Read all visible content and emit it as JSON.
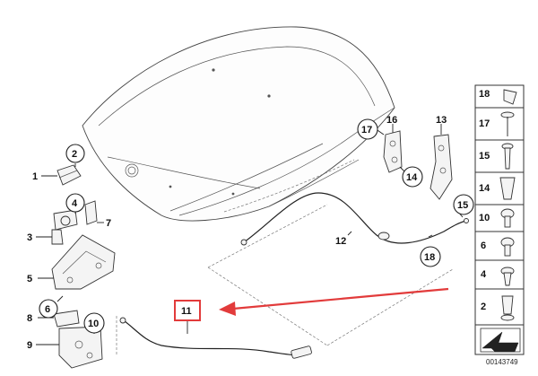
{
  "diagram": {
    "diagram_id": "00143749",
    "callouts": {
      "c1": "1",
      "c2": "2",
      "c3": "3",
      "c4": "4",
      "c5": "5",
      "c6": "6",
      "c7": "7",
      "c8": "8",
      "c9": "9",
      "c10": "10",
      "c11": "11",
      "c12": "12",
      "c13": "13",
      "c14": "14",
      "c15": "15",
      "c16": "16",
      "c17": "17",
      "c18": "18",
      "c18b": "18"
    },
    "side_panel": {
      "r1": "18",
      "r2": "17",
      "r3": "15",
      "r4": "14",
      "r5": "10",
      "r6": "6",
      "r7": "4",
      "r8": "2"
    },
    "highlight_color": "#e23b3b"
  }
}
